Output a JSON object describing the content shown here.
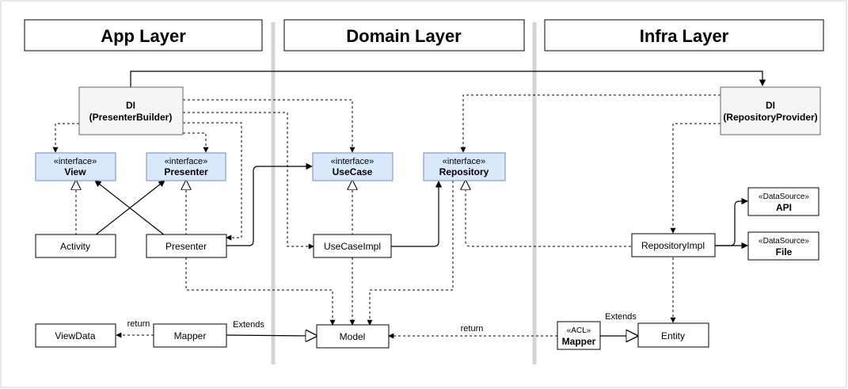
{
  "layers": {
    "app": "App Layer",
    "domain": "Domain Layer",
    "infra": "Infra Layer"
  },
  "nodes": {
    "di_app": {
      "line1": "DI",
      "line2": "(PresenterBuilder)"
    },
    "di_infra": {
      "line1": "DI",
      "line2": "(RepositoryProvider)"
    },
    "view": {
      "stereotype": "«interface»",
      "name": "View"
    },
    "presenter_if": {
      "stereotype": "«interface»",
      "name": "Presenter"
    },
    "usecase_if": {
      "stereotype": "«interface»",
      "name": "UseCase"
    },
    "repository_if": {
      "stereotype": "«interface»",
      "name": "Repository"
    },
    "activity": {
      "name": "Activity"
    },
    "presenter": {
      "name": "Presenter"
    },
    "usecase_impl": {
      "name": "UseCaseImpl"
    },
    "repository_impl": {
      "name": "RepositoryImpl"
    },
    "api": {
      "stereotype": "«DataSource»",
      "name": "API"
    },
    "file": {
      "stereotype": "«DataSource»",
      "name": "File"
    },
    "viewdata": {
      "name": "ViewData"
    },
    "mapper": {
      "name": "Mapper"
    },
    "model": {
      "name": "Model"
    },
    "acl_mapper": {
      "stereotype": "«ACL»",
      "name": "Mapper"
    },
    "entity": {
      "name": "Entity"
    }
  },
  "edge_labels": {
    "return_left": "return",
    "extends_left": "Extends",
    "return_right": "return",
    "extends_right": "Extends"
  },
  "colors": {
    "interface_fill": "#dae8fc",
    "interface_stroke": "#6c8ebf",
    "di_fill": "#f5f5f5",
    "separator": "#d4d4d4"
  }
}
